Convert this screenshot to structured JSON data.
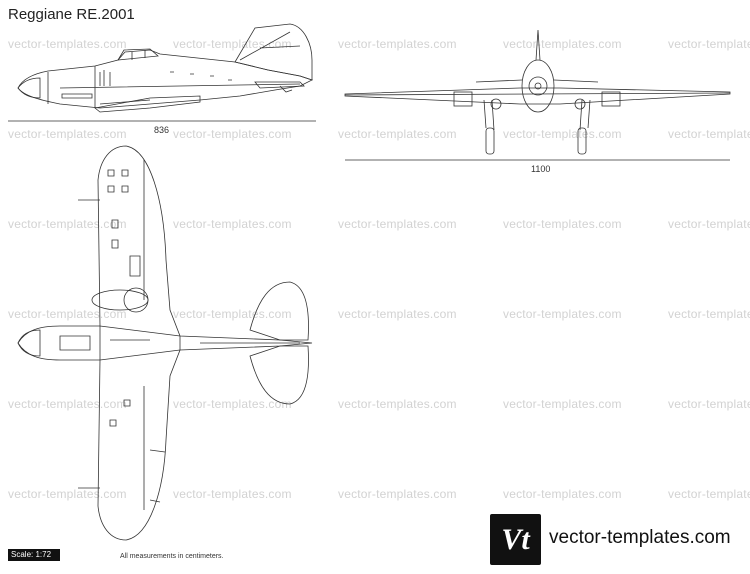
{
  "title": "Reggiane RE.2001",
  "watermark": "vector-templates.com",
  "dimensions": {
    "length": "836",
    "wingspan": "1100"
  },
  "scale_label": "Scale: 1:72",
  "note": "All measurements in centimeters.",
  "logo_text": "Vt",
  "site_name": "vector-templates.com"
}
